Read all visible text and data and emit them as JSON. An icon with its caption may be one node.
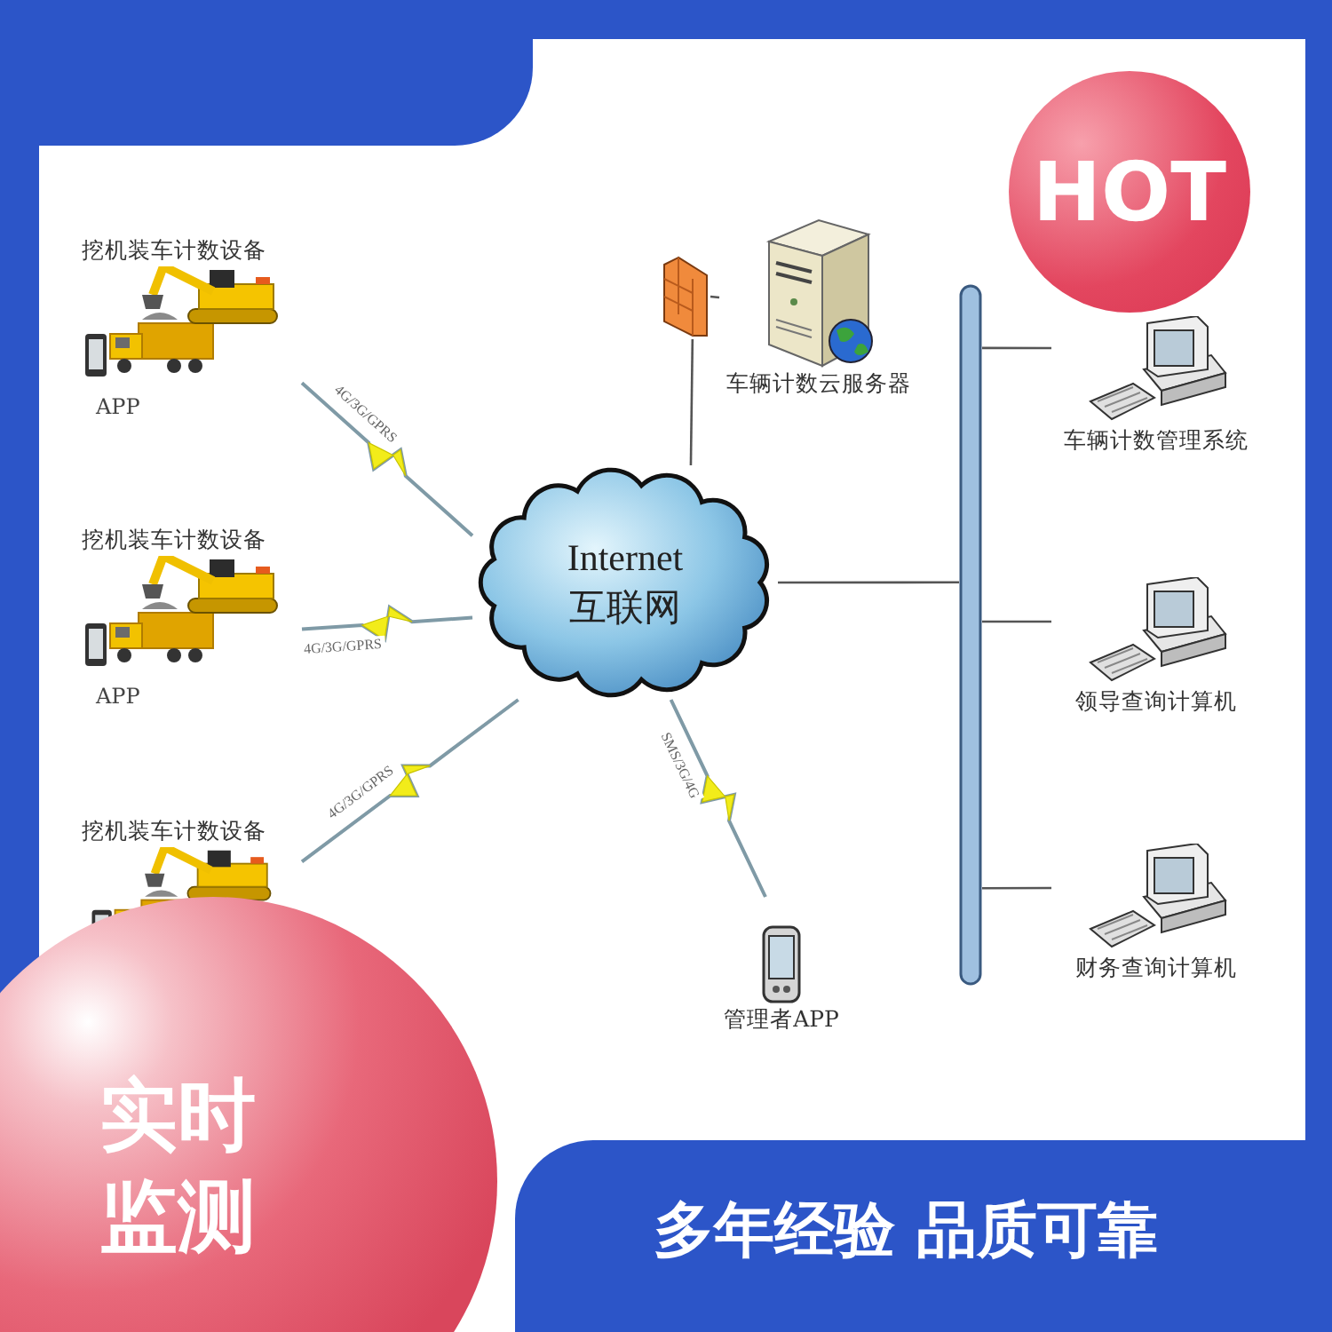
{
  "diagram": {
    "nodes": [
      {
        "text": [
          "挖机装车计数设备"
        ],
        "beside": [
          "APP"
        ]
      },
      {
        "text": [
          "挖机装车计数设备"
        ],
        "beside": [
          "APP"
        ]
      },
      {
        "text": [
          "挖机装车计数设备"
        ]
      },
      {
        "text": [
          "Internet 互联网"
        ]
      },
      {
        "text": [],
        "shape": "picture"
      },
      {
        "text": [
          "车辆计数云服务器"
        ]
      },
      {
        "text": [],
        "shape": "bar"
      },
      {
        "text": [
          "车辆计数管理系统"
        ]
      },
      {
        "text": [
          "领导查询计算机"
        ]
      },
      {
        "text": [
          "财务查询计算机"
        ]
      },
      {
        "text": [
          "管理者APP"
        ]
      }
    ],
    "edges": [
      {
        "from": 0,
        "to": 3,
        "arrow": "none",
        "label": "4G/3G/GPRS"
      },
      {
        "from": 1,
        "to": 3,
        "arrow": "none",
        "label": "4G/3G/GPRS"
      },
      {
        "from": 2,
        "to": 3,
        "arrow": "none",
        "label": "4G/3G/GPRS"
      },
      {
        "from": 3,
        "to": 4,
        "arrow": "none"
      },
      {
        "from": 4,
        "to": 5,
        "arrow": "none"
      },
      {
        "from": 3,
        "to": 6,
        "arrow": "none"
      },
      {
        "from": 6,
        "to": 7,
        "arrow": "none"
      },
      {
        "from": 6,
        "to": 8,
        "arrow": "none"
      },
      {
        "from": 6,
        "to": 9,
        "arrow": "none"
      },
      {
        "from": 3,
        "to": 10,
        "arrow": "none",
        "label": "SMS/3G/4G"
      }
    ],
    "labels": [
      "HOT",
      "实时监测",
      "多年经验 品质可靠"
    ]
  }
}
